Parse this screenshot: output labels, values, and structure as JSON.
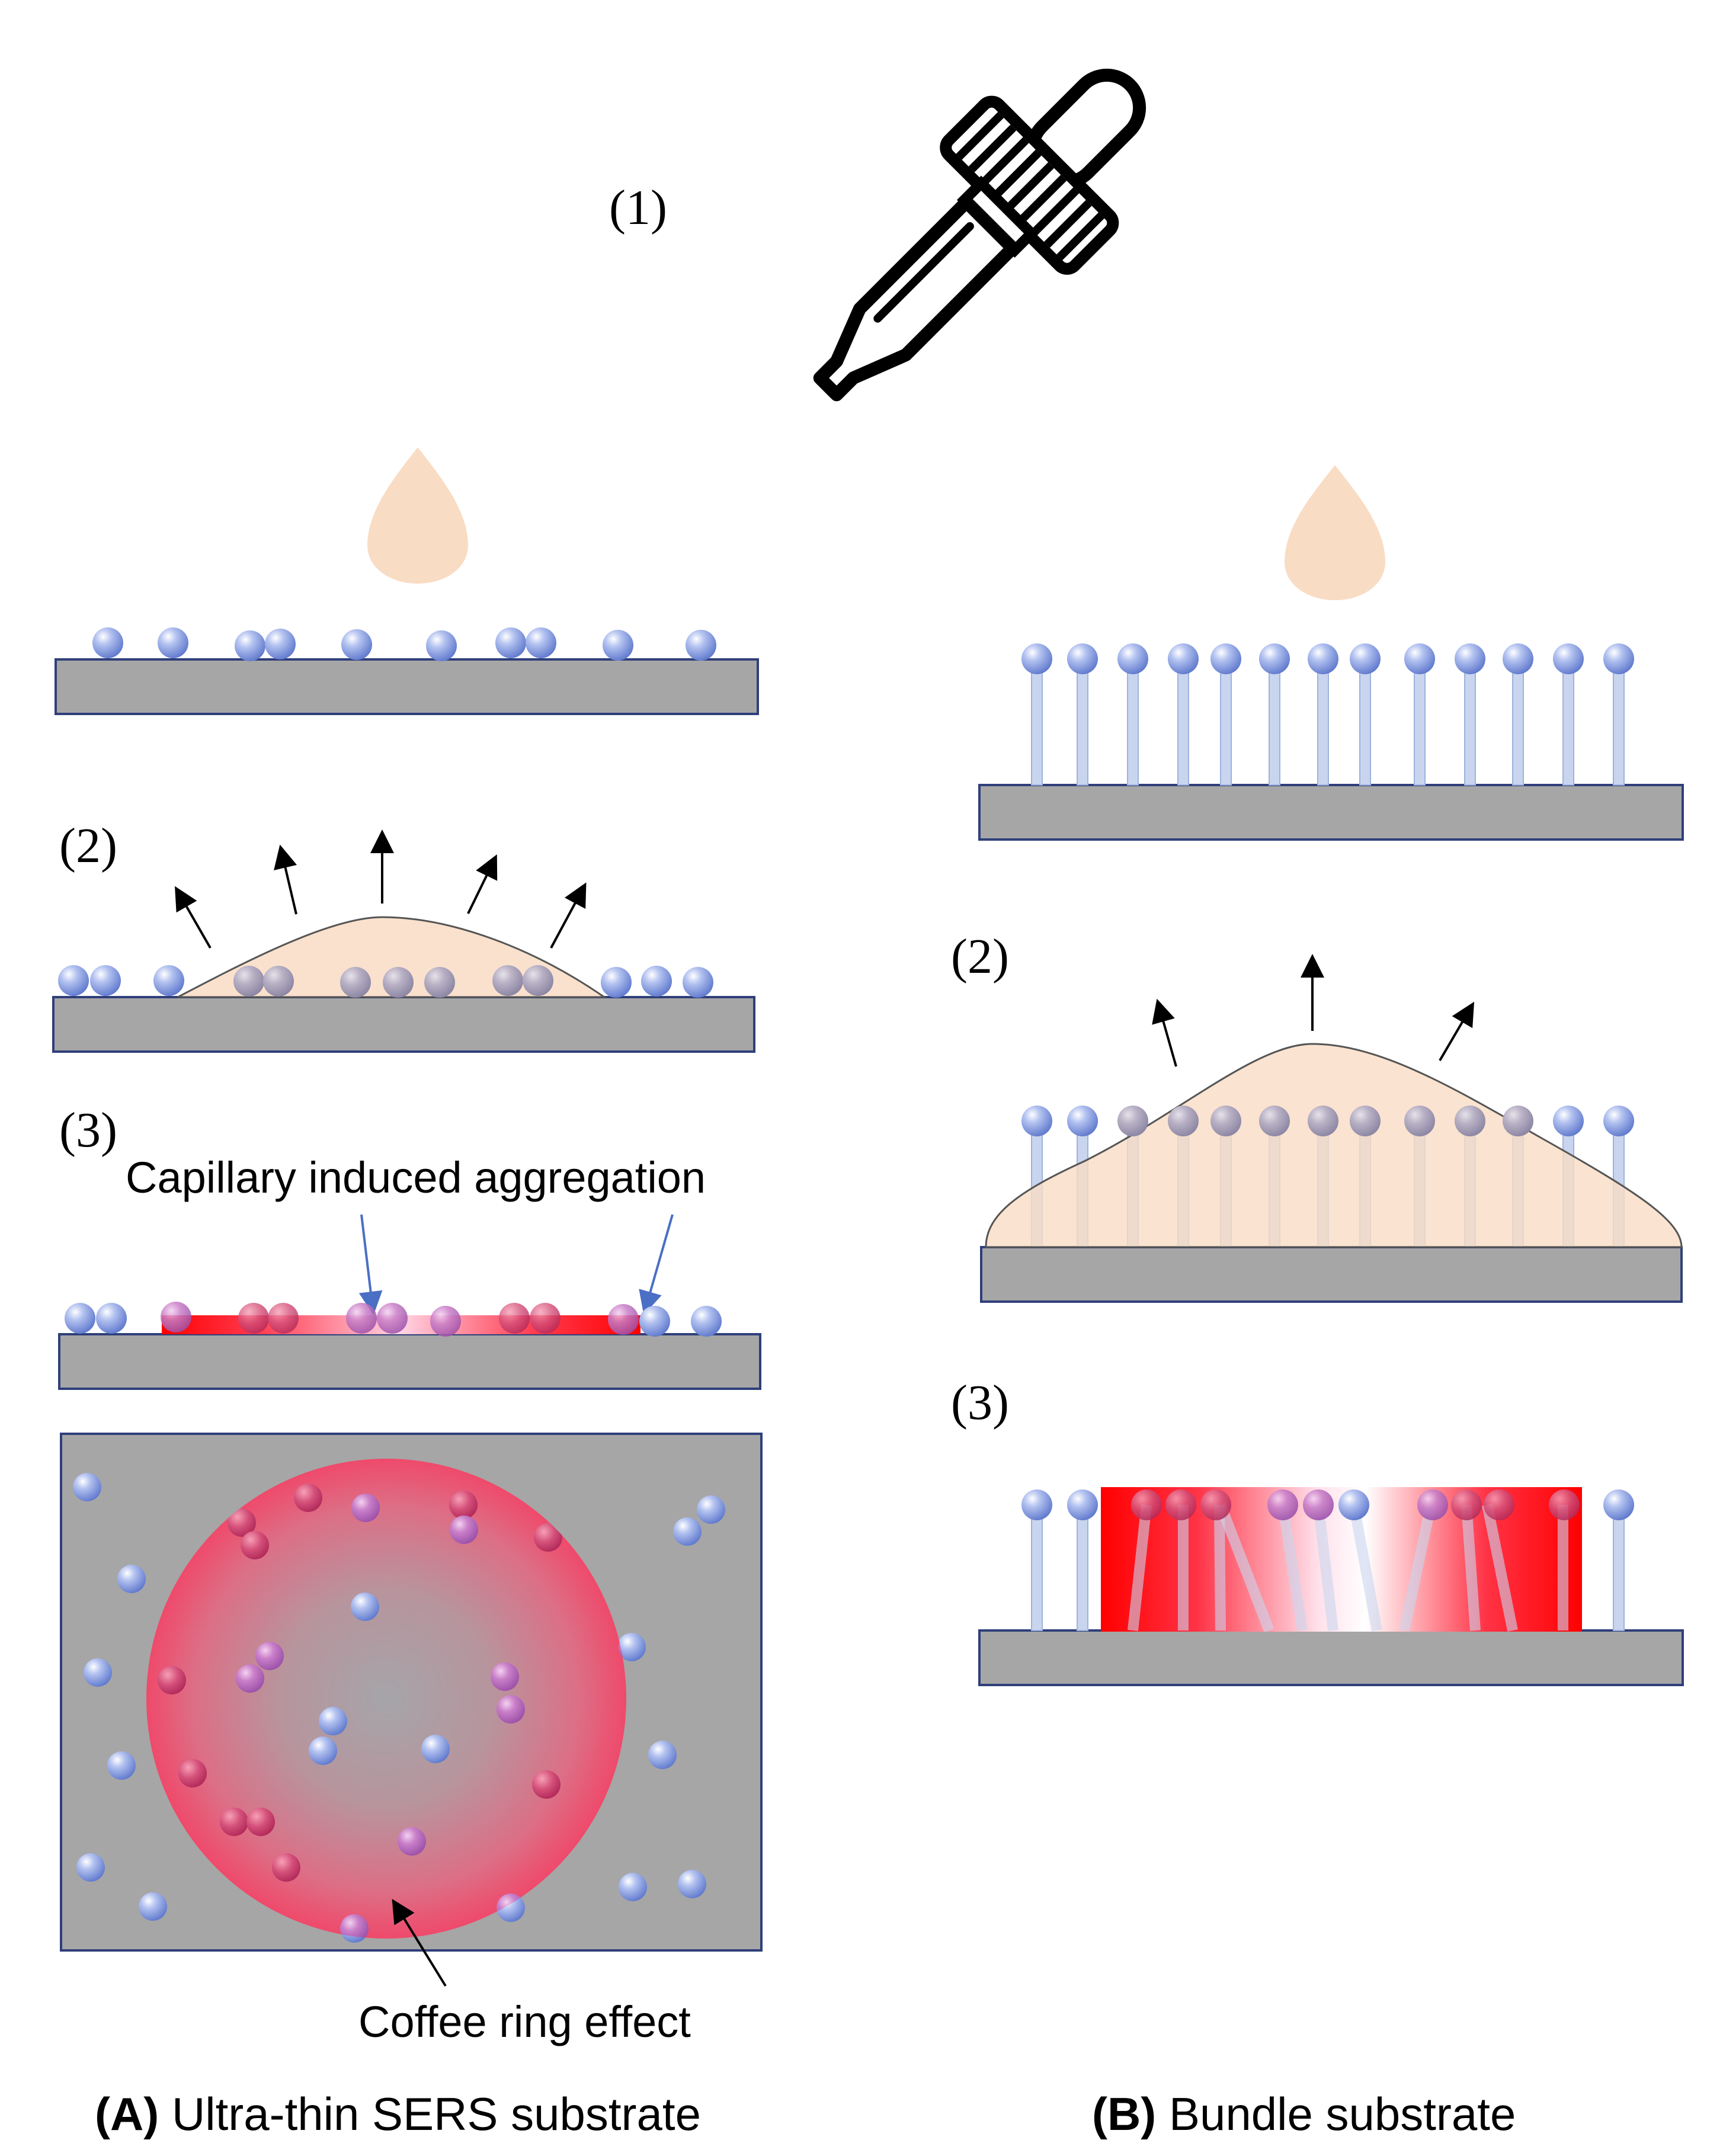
{
  "labels": {
    "step1": "(1)",
    "a_step2": "(2)",
    "a_step3": "(3)",
    "b_step2": "(2)",
    "b_step3": "(3)",
    "capillary": "Capillary induced aggregation",
    "coffee": "Coffee ring effect"
  },
  "captions": {
    "a_letter": "(A)",
    "a_text": " Ultra-thin SERS substrate",
    "b_letter": "(B)",
    "b_text": " Bundle substrate"
  },
  "colors": {
    "substrate_fill": "#a6a6a6",
    "substrate_stroke": "#2f3f7a",
    "droplet": "#f9dcc4",
    "particle": "#7f96e0",
    "hot_spot": "#ff1a1a",
    "stem": "#c9d5ee"
  },
  "icons": {
    "dropper": "pipette-icon"
  }
}
